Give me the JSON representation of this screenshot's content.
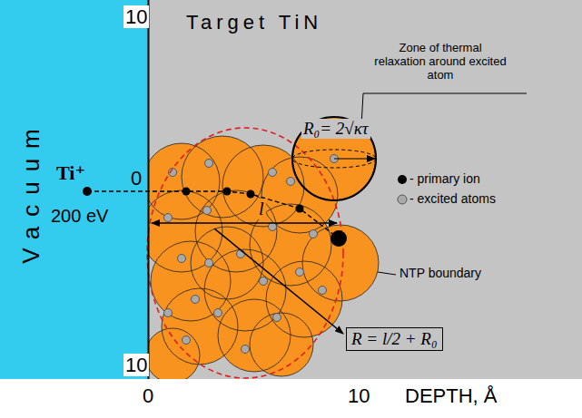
{
  "diagram": {
    "labels": [
      "Target TiN",
      "Vacuum",
      "10",
      "0",
      "10",
      "0",
      "10",
      "DEPTH, Å",
      "Ti⁺",
      "200 eV",
      "Zone of thermal relaxation around excited atom",
      "R₀= 2√κτ",
      "NTP boundary",
      "R = l/2 + R₀",
      "l"
    ],
    "legend": [
      {
        "text": "- primary ion"
      },
      {
        "text": "- excited atoms"
      }
    ]
  }
}
